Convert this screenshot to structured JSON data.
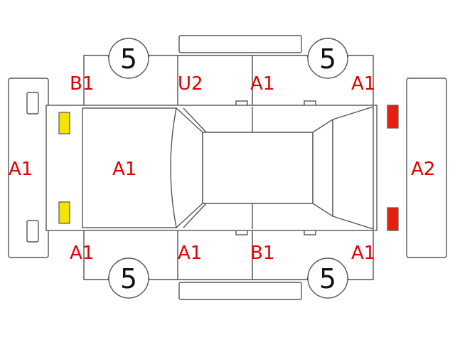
{
  "labels": {
    "rear_panel": "A1",
    "roof": "A1",
    "front_panel": "A2",
    "left_rear_fender": "B1",
    "left_rear_door": "U2",
    "left_front_door": "A1",
    "left_front_fender": "A1",
    "right_rear_fender": "A1",
    "right_rear_door": "A1",
    "right_front_door": "B1",
    "right_front_fender": "A1"
  },
  "tires": {
    "left_rear": "5",
    "left_front": "5",
    "right_rear": "5",
    "right_front": "5"
  },
  "colors": {
    "label": "#e00000",
    "outline": "#555555",
    "rear_lamp": "#f2e500",
    "front_lamp": "#e81e10"
  }
}
